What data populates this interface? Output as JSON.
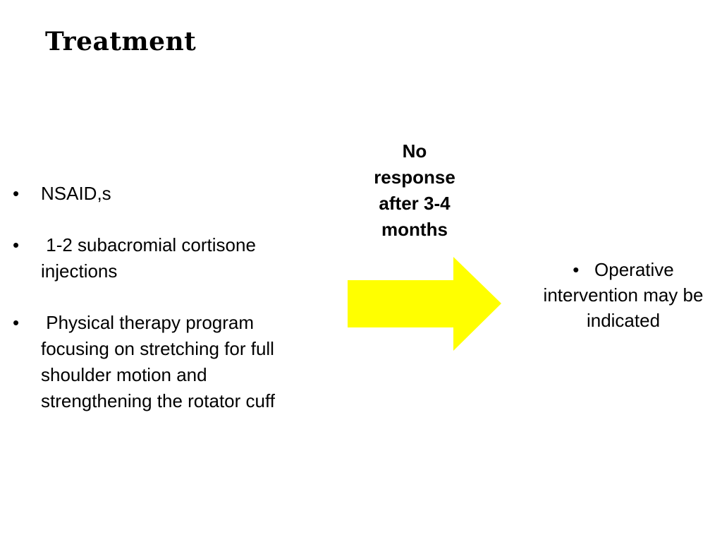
{
  "slide": {
    "title": "Treatment",
    "bullet_glyph": "•",
    "left_items": [
      "NSAID,s",
      " 1-2 subacromial cortisone injections",
      " Physical therapy program focusing on stretching for full shoulder motion and strengthening the rotator cuff"
    ],
    "arrow_label": [
      "No",
      "response",
      "after 3-4",
      "months"
    ],
    "arrow_color": "#ffff00",
    "right_item": "Operative intervention may be indicated",
    "text_color": "#000000",
    "background": "#ffffff"
  }
}
